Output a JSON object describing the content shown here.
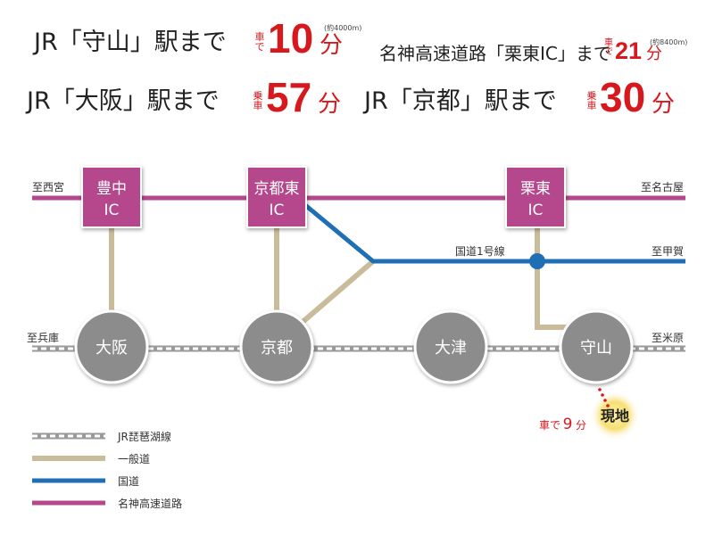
{
  "header": {
    "moriyama": {
      "label": "JR「守山」駅まで",
      "mode": [
        "車",
        "で"
      ],
      "value": "10",
      "unit": "分",
      "note": "(約4000m)"
    },
    "ritto_ic": {
      "label": "名神高速道路「栗東IC」まで",
      "mode": [
        "車",
        "で"
      ],
      "value": "21",
      "unit": "分",
      "note": "(約8400m)"
    },
    "osaka": {
      "label": "JR「大阪」駅まで",
      "mode": [
        "乗",
        "車"
      ],
      "value": "57",
      "unit": "分"
    },
    "kyoto": {
      "label": "JR「京都」駅まで",
      "mode": [
        "乗",
        "車"
      ],
      "value": "30",
      "unit": "分"
    }
  },
  "map": {
    "directions": {
      "west_highway": "至西宮",
      "east_highway": "至名古屋",
      "route1_label": "国道1号線",
      "east_route1": "至甲賀",
      "west_rail": "至兵庫",
      "east_rail": "至米原"
    },
    "interchanges": {
      "toyonaka": [
        "豊中",
        "IC"
      ],
      "kyoto_higashi": [
        "京都東",
        "IC"
      ],
      "ritto": [
        "栗東",
        "IC"
      ]
    },
    "stations": {
      "osaka": "大阪",
      "kyoto": "京都",
      "otsu": "大津",
      "moriyama": "守山"
    },
    "site": {
      "label": "現地",
      "access_prefix": "車で",
      "access_value": "9",
      "access_unit": "分"
    }
  },
  "legend": [
    {
      "label": "JR琵琶湖線",
      "kind": "rail"
    },
    {
      "label": "一般道",
      "kind": "road"
    },
    {
      "label": "国道",
      "kind": "national"
    },
    {
      "label": "名神高速道路",
      "kind": "expressway"
    }
  ],
  "colors": {
    "expressway": "#b5478d",
    "national_road": "#1f6fb5",
    "general_road": "#c8bc9a",
    "rail": "#9a9a9a",
    "station": "#8c8c8c",
    "accent_red": "#d7191e",
    "site_glow": "#f6df74"
  }
}
